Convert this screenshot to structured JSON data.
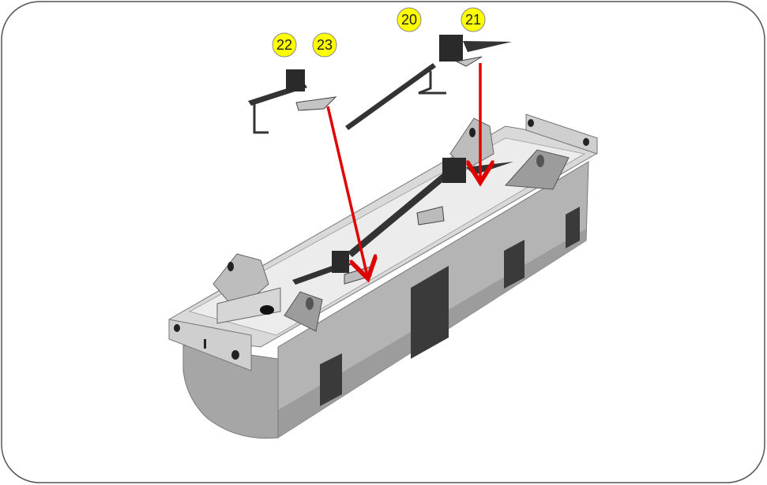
{
  "callouts": [
    {
      "id": "c22",
      "label": "22"
    },
    {
      "id": "c23",
      "label": "23"
    },
    {
      "id": "c20",
      "label": "20"
    },
    {
      "id": "c21",
      "label": "21"
    }
  ],
  "colors": {
    "callout_fill": "#ffff00",
    "arrow": "#e00000",
    "body_light": "#c9c9c9",
    "body_mid": "#a9a9a9",
    "body_dark": "#8a8a8a",
    "deck": "#e6e6e6",
    "window": "#3a3a3a",
    "part": "#333333",
    "frame_border": "#555555"
  }
}
